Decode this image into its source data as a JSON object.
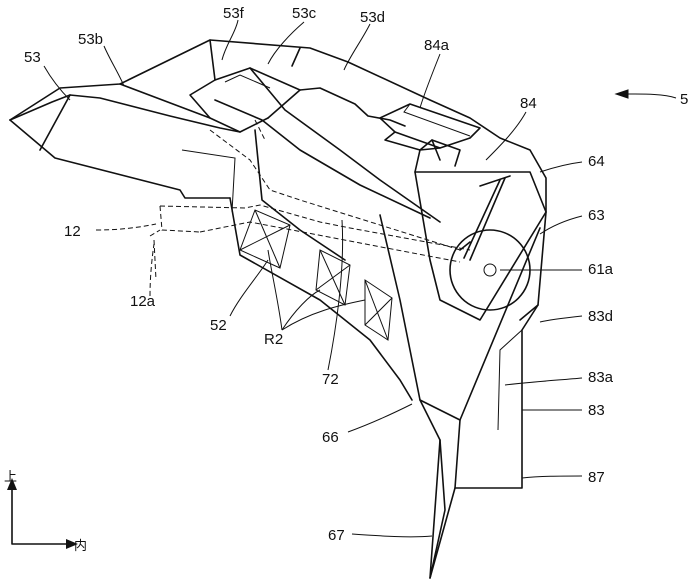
{
  "figure_ref": "5",
  "labels": {
    "l53": "53",
    "l53b": "53b",
    "l53f": "53f",
    "l53c": "53c",
    "l53d": "53d",
    "l84a": "84a",
    "l84": "84",
    "l64": "64",
    "l63": "63",
    "l61a": "61a",
    "l83d": "83d",
    "l83a": "83a",
    "l83": "83",
    "l87": "87",
    "l67": "67",
    "l66": "66",
    "l72": "72",
    "lR2": "R2",
    "l52": "52",
    "l12": "12",
    "l12a": "12a"
  },
  "axes": {
    "up": "上",
    "inner": "内"
  }
}
